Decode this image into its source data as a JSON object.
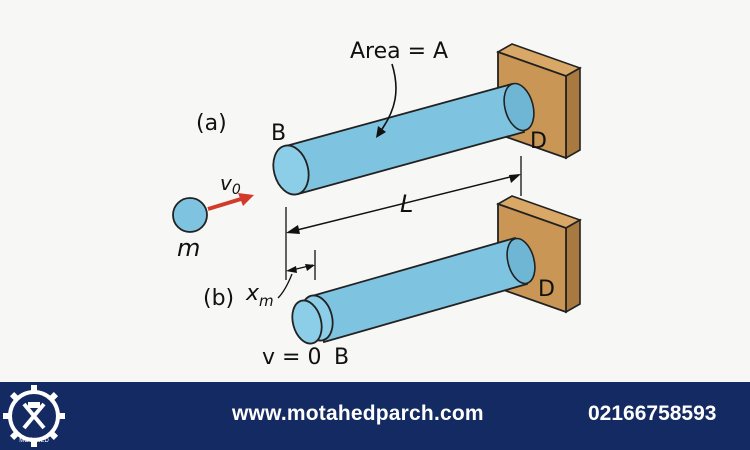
{
  "diagram": {
    "label_area": "Area = A",
    "label_a": "(a)",
    "label_b_upper": "B",
    "label_d_upper": "D",
    "label_v0": "v",
    "label_v0_sub": "0",
    "label_m": "m",
    "label_L": "L",
    "label_b_part": "(b)",
    "label_xm": "x",
    "label_xm_sub": "m",
    "label_d_lower": "D",
    "label_v_zero": "v = 0",
    "label_b_lower": "B"
  },
  "footer": {
    "logo_text": "MOTAHED",
    "website": "www.motahedparch.com",
    "phone": "02166758593"
  },
  "colors": {
    "bar": "#7ec4e0",
    "wall": "#c99656",
    "velocity_arrow": "#d23a2a",
    "footer_bg": "#142a63"
  }
}
